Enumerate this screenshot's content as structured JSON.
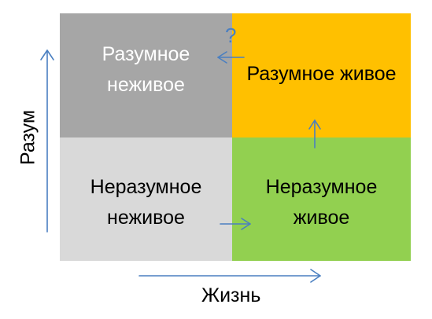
{
  "colors": {
    "top_left": "#a6a6a6",
    "top_right": "#ffc000",
    "bottom_left": "#d9d9d9",
    "bottom_right": "#92d050",
    "arrow": "#4a7fc1"
  },
  "quadrants": {
    "top_left": {
      "line1": "Разумное",
      "line2": "неживое"
    },
    "top_right": {
      "line1": "Разумное живое",
      "line2": ""
    },
    "bottom_left": {
      "line1": "Неразумное",
      "line2": "неживое"
    },
    "bottom_right": {
      "line1": "Неразумное",
      "line2": "живое"
    }
  },
  "axes": {
    "x_label": "Жизнь",
    "y_label": "Разум"
  },
  "annotation": "?"
}
